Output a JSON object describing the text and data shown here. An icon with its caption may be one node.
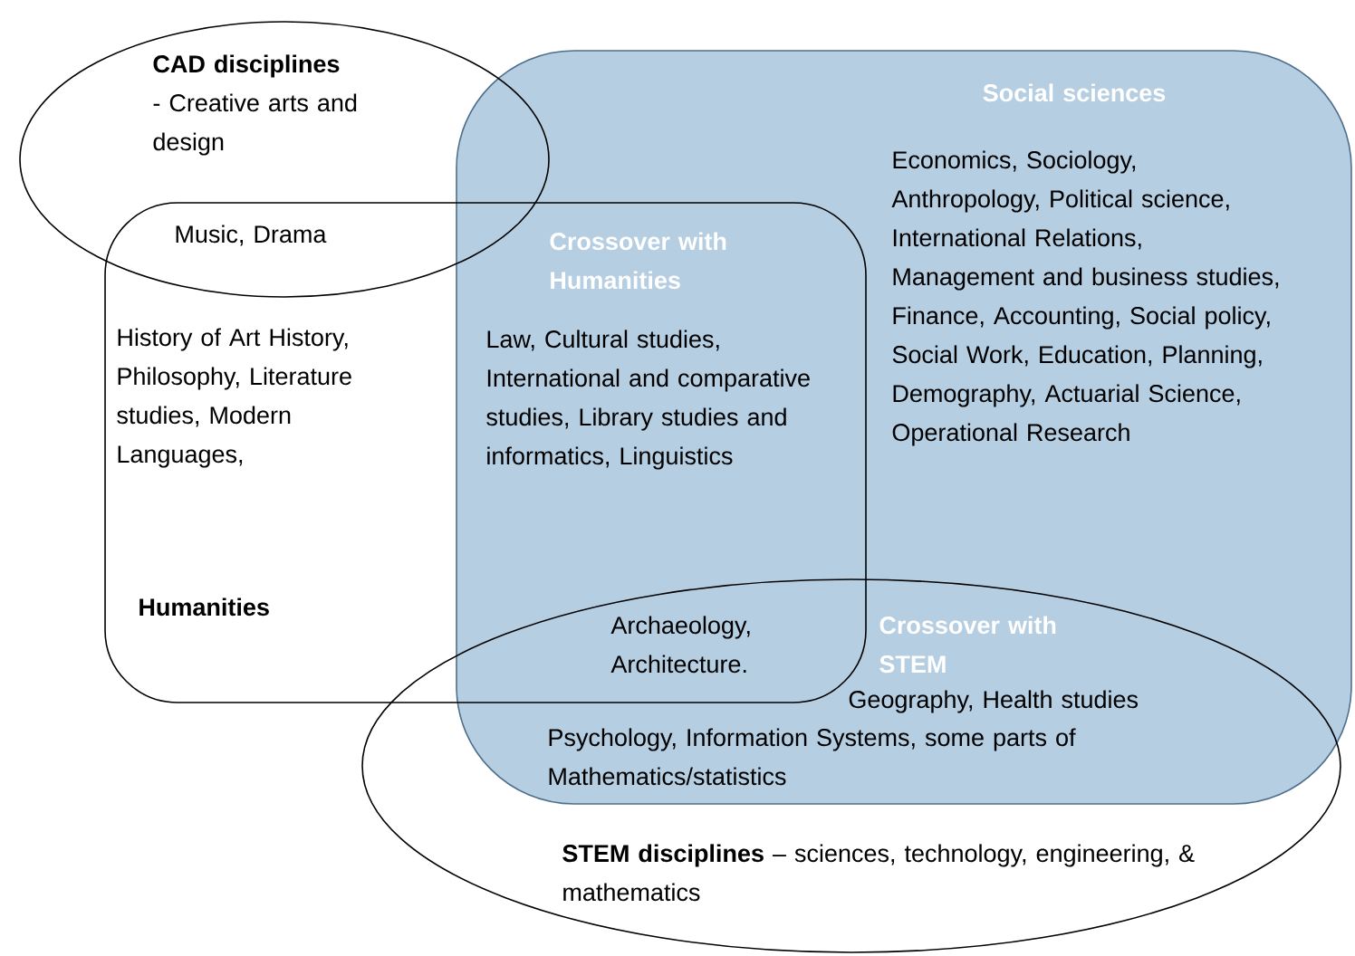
{
  "diagram": {
    "nodes": [
      {
        "text": [
          "**CAD disciplines** - Creative arts and design"
        ]
      },
      {
        "text": [
          "Social sciences",
          "Economics, Sociology, Anthropology, Political science, International Relations, Management and business studies, Finance, Accounting, Social policy, Social Work, Education, Planning, Demography, Actuarial Science, Operational Research"
        ]
      },
      {
        "text": [
          "History of Art History, Philosophy, Literature studies, Modern Languages,",
          "Humanities"
        ]
      },
      {
        "text": [
          "**STEM disciplines** – sciences, technology, engineering, & mathematics"
        ]
      }
    ],
    "labels": [
      "Music, Drama",
      "Crossover with Humanities",
      "Law, Cultural studies, International and comparative studies, Library studies and informatics, Linguistics",
      "Archaeology, Architecture.",
      "Crossover with STEM",
      "Geography, Health studies",
      "Psychology, Information Systems, some parts of Mathematics/statistics"
    ]
  }
}
